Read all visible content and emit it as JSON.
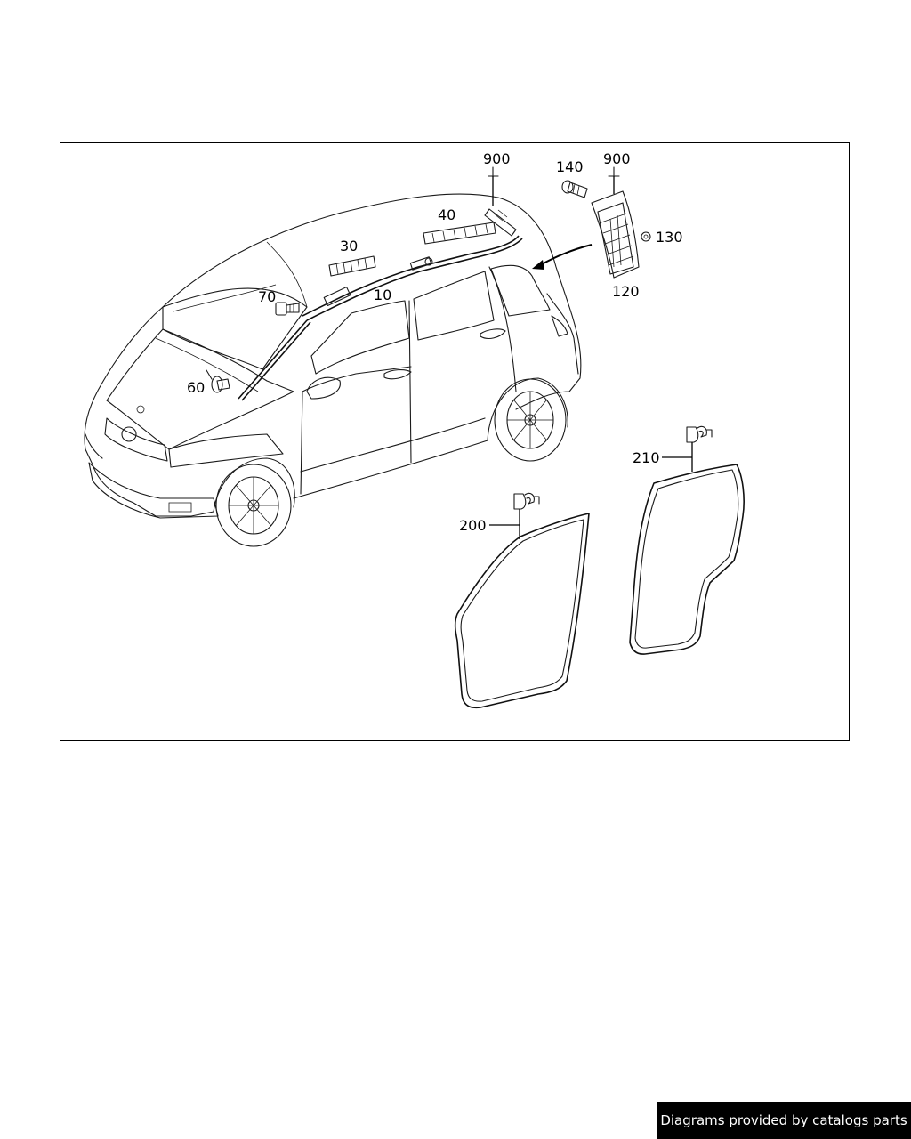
{
  "diagram": {
    "callouts": {
      "c900a": "900",
      "c900b": "900",
      "c140": "140",
      "c40": "40",
      "c30": "30",
      "c130": "130",
      "c70": "70",
      "c10": "10",
      "c120": "120",
      "c60": "60",
      "c210": "210",
      "c200": "200"
    }
  },
  "footer": {
    "credit": "Diagrams provided by catalogs parts"
  }
}
